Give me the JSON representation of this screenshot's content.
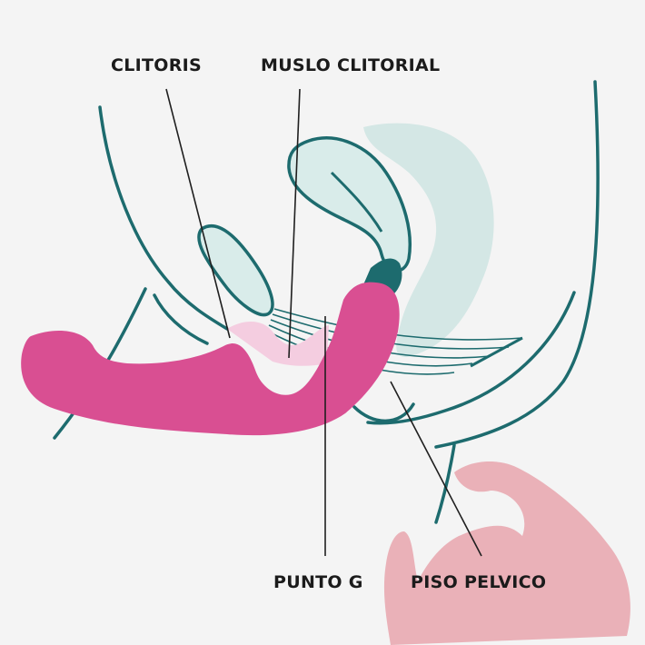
{
  "labels": {
    "clitoris": "CLITORIS",
    "muslo_clitorial": "MUSLO CLITORIAL",
    "punto_g": "PUNTO G",
    "piso_pelvico": "PISO PELVICO"
  },
  "colors": {
    "background": "#f4f4f4",
    "outline": "#1d6b6e",
    "organ_fill": "#d9ecea",
    "bowel_fill": "#d4e7e5",
    "toy_magenta": "#d94f92",
    "toy_pink_light": "#f4cde0",
    "toy_watermark": "#e8a4ad",
    "pointer_line": "#1f1f1f",
    "label_text": "#1b1b1b"
  }
}
